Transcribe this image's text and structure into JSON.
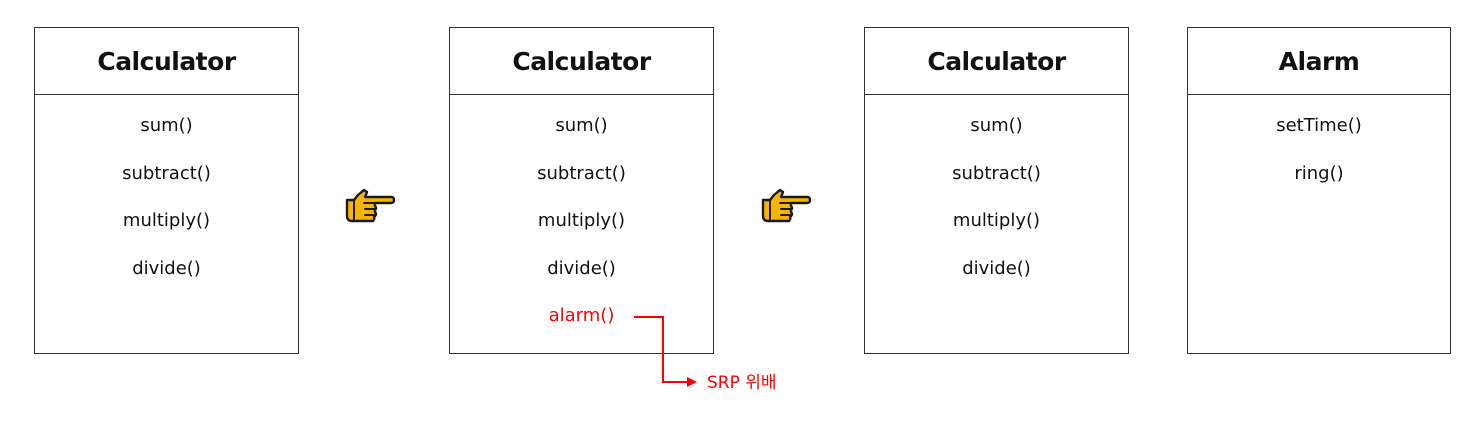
{
  "boxes": [
    {
      "title": "Calculator",
      "methods": [
        "sum()",
        "subtract()",
        "multiply()",
        "divide()"
      ]
    },
    {
      "title": "Calculator",
      "methods": [
        "sum()",
        "subtract()",
        "multiply()",
        "divide()"
      ],
      "violation_method": "alarm()"
    },
    {
      "title": "Calculator",
      "methods": [
        "sum()",
        "subtract()",
        "multiply()",
        "divide()"
      ]
    },
    {
      "title": "Alarm",
      "methods": [
        "setTime()",
        "ring()"
      ]
    }
  ],
  "annotation": {
    "label": "SRP 위배",
    "color": "#ff0000"
  },
  "icons": {
    "pointer": "pointing-hand-right-icon"
  },
  "colors": {
    "border": "#333333",
    "text": "#111111",
    "violation": "#ff0000",
    "pointer_fill": "#f7b500",
    "pointer_outline": "#1a1a1a"
  }
}
